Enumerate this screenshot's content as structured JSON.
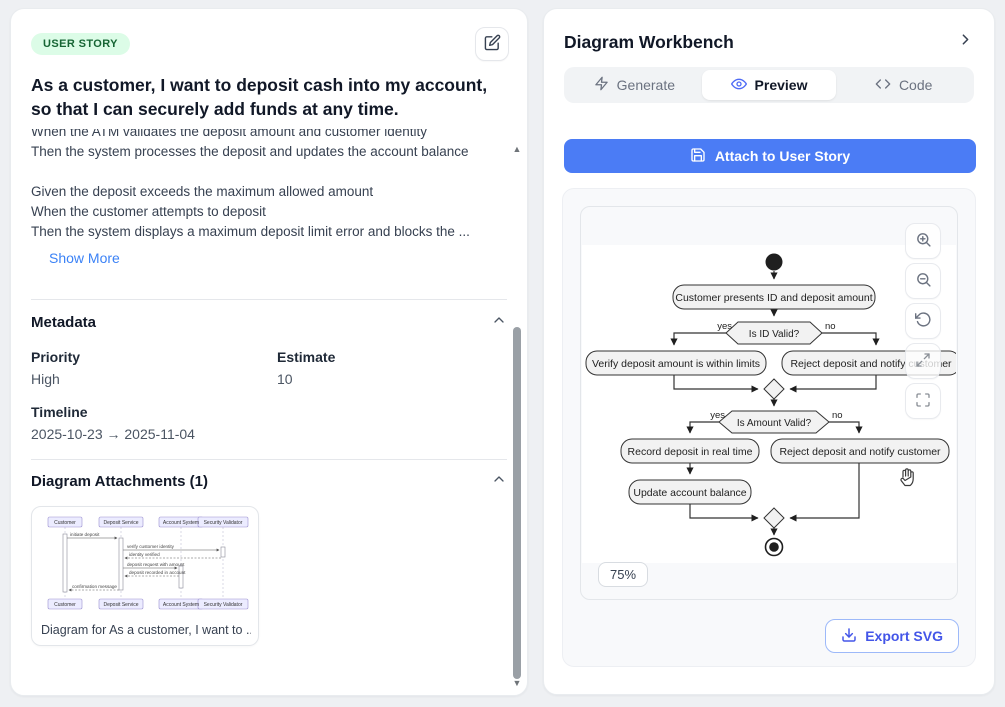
{
  "left_panel": {
    "badge": "USER STORY",
    "title": "As a customer, I want to deposit cash into my account, so that I can securely add funds at any time.",
    "description_lines": {
      "l1": "When the ATM validates the deposit amount and customer identity",
      "l2": "Then the system processes the deposit and updates the account balance",
      "l3": "Given the deposit exceeds the maximum allowed amount",
      "l4": "When the customer attempts to deposit",
      "l5": "Then the system displays a maximum deposit limit error and blocks the ..."
    },
    "show_more": "Show More",
    "metadata": {
      "header": "Metadata",
      "priority_label": "Priority",
      "priority_value": "High",
      "estimate_label": "Estimate",
      "estimate_value": "10",
      "timeline_label": "Timeline",
      "timeline_value": "2025-10-23 → 2025-11-04"
    },
    "attachments": {
      "header": "Diagram Attachments (1)",
      "caption": "Diagram for As a customer, I want to ...",
      "sequence_diagram": {
        "participants": {
          "p1": "Customer",
          "p2": "Deposit Service",
          "p3": "Account System",
          "p4": "Security Validator"
        },
        "messages": {
          "m1": "initiate deposit",
          "m2": "verify customer identity",
          "m3": "identity verified",
          "m4": "deposit request with amount",
          "m5": "deposit recorded in account",
          "m6": "confirmation message"
        }
      }
    }
  },
  "right_panel": {
    "title": "Diagram Workbench",
    "tabs": {
      "generate": "Generate",
      "preview": "Preview",
      "code": "Code"
    },
    "attach_button": "Attach to User Story",
    "zoom_level": "75%",
    "export_button": "Export SVG",
    "flowchart": {
      "nodes": {
        "start": "start",
        "n1": "Customer presents ID and deposit amount",
        "d1": "Is ID Valid?",
        "n2": "Verify deposit amount is within limits",
        "n3": "Reject deposit and notify customer",
        "d2": "Is Amount Valid?",
        "n4": "Record deposit in real time",
        "n5": "Reject deposit and notify customer",
        "n6": "Update account balance",
        "end": "end"
      },
      "edge_labels": {
        "yes1": "yes",
        "no1": "no",
        "yes2": "yes",
        "no2": "no"
      }
    },
    "colors": {
      "accent_blue": "#4b7cf5",
      "export_blue": "#4355e8",
      "badge_green_bg": "#dcfce7",
      "badge_green_text": "#166534",
      "node_fill": "#f2f2f2",
      "node_stroke": "#333333"
    }
  }
}
